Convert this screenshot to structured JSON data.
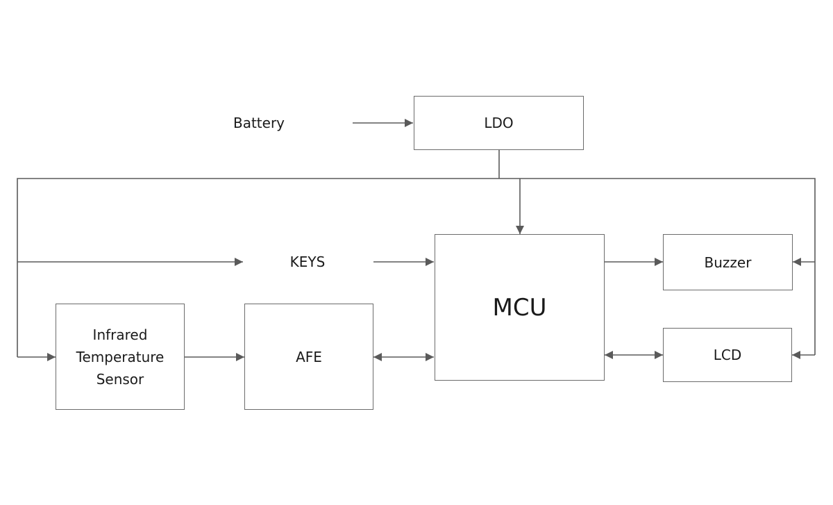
{
  "blocks": {
    "battery": "Battery",
    "ldo": "LDO",
    "keys": "KEYS",
    "mcu": "MCU",
    "buzzer": "Buzzer",
    "lcd": "LCD",
    "sensor": "Infrared\nTemperature\nSensor",
    "afe": "AFE"
  },
  "colors": {
    "line": "#5a5a5a",
    "border": "#6b6b6b"
  }
}
